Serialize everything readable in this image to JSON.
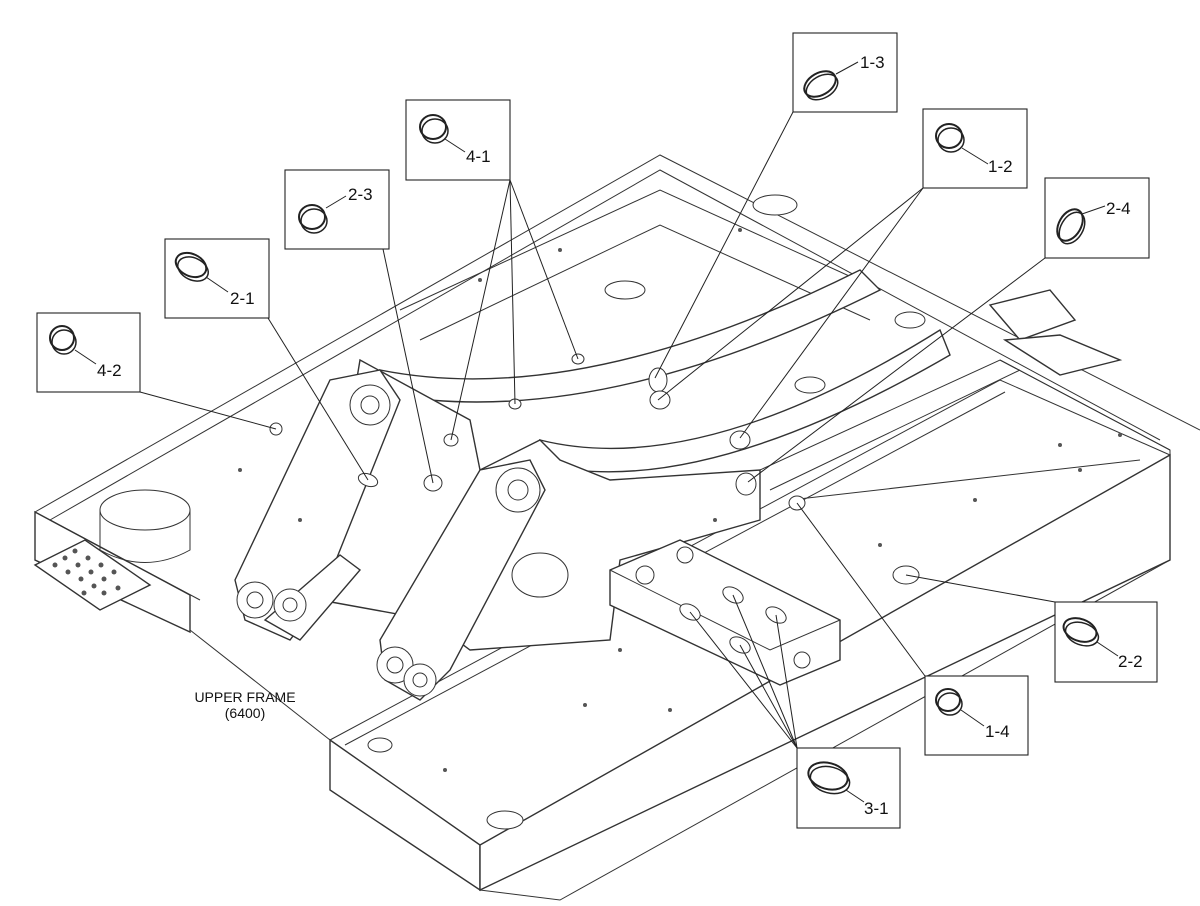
{
  "frame": {
    "name": "UPPER FRAME",
    "code": "(6400)"
  },
  "callouts": [
    {
      "id": "1-2",
      "label": "1-2",
      "shape": "round"
    },
    {
      "id": "1-3",
      "label": "1-3",
      "shape": "oval"
    },
    {
      "id": "1-4",
      "label": "1-4",
      "shape": "round"
    },
    {
      "id": "2-1",
      "label": "2-1",
      "shape": "oval"
    },
    {
      "id": "2-2",
      "label": "2-2",
      "shape": "oval"
    },
    {
      "id": "2-3",
      "label": "2-3",
      "shape": "round"
    },
    {
      "id": "2-4",
      "label": "2-4",
      "shape": "oval"
    },
    {
      "id": "3-1",
      "label": "3-1",
      "shape": "oval"
    },
    {
      "id": "4-1",
      "label": "4-1",
      "shape": "round"
    },
    {
      "id": "4-2",
      "label": "4-2",
      "shape": "round"
    }
  ],
  "colors": {
    "line": "#222222",
    "background": "#ffffff"
  }
}
